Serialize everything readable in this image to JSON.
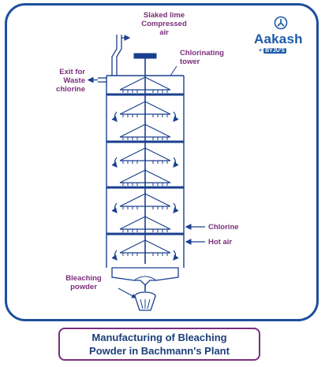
{
  "labels": {
    "inlet": "Slaked lime\nCompressed\nair",
    "tower": "Chlorinating\ntower",
    "exit": "Exit for\nWaste\nchlorine",
    "chlorine": "Chlorine",
    "hot_air": "Hot air",
    "product": "Bleaching\npowder"
  },
  "logo": {
    "name": "Aakash",
    "sub_prefix": "+",
    "sub_brand": "BYJU'S"
  },
  "caption": "Manufacturing of Bleaching\nPowder in Bachmann's Plant",
  "colors": {
    "frame": "#1d4f9c",
    "label": "#7a2e7a",
    "line": "#1a3f8f"
  }
}
